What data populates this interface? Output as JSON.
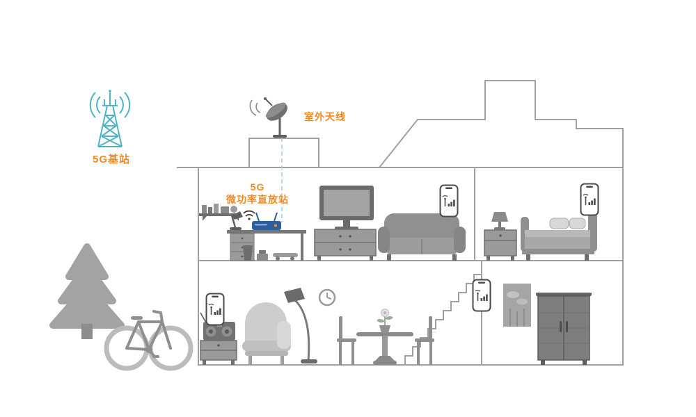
{
  "scene": {
    "background": "#ffffff",
    "labels": {
      "base_station": "5G基站",
      "outdoor_antenna": "室外天线",
      "repeater_line1": "5G",
      "repeater_line2": "微功率直放站"
    },
    "colors": {
      "accent_orange": "#F28A1E",
      "tower_teal": "#4FB3C6",
      "cable_blue": "#AECBEA",
      "outline_gray": "#A0A0A0",
      "router_blue": "#2F5E9E"
    },
    "icons": [
      "base-station-tower-icon",
      "satellite-dish-icon",
      "wifi-signal-icon",
      "router-icon",
      "phone-signal-icon"
    ]
  }
}
